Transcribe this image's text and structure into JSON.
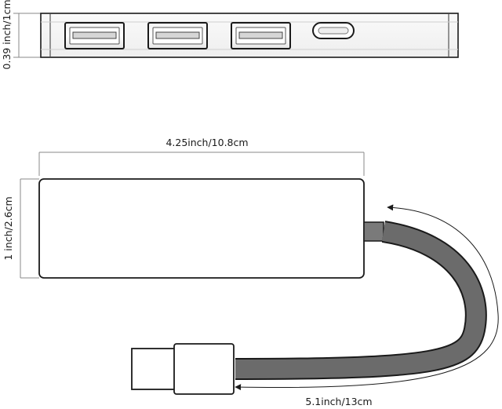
{
  "dimensions": {
    "thickness": "0.39 inch/1cm",
    "length": "4.25inch/10.8cm",
    "width": "1 inch/2.6cm",
    "cable_length": "5.1inch/13cm"
  },
  "colors": {
    "outline": "#1a1a1a",
    "cable": "#6b6b6b",
    "dimension_line": "#888888"
  },
  "parts": {
    "usb_ports": 3,
    "side_ports": [
      "usb-a-port",
      "usb-a-port",
      "usb-a-port",
      "type-c-port"
    ]
  }
}
